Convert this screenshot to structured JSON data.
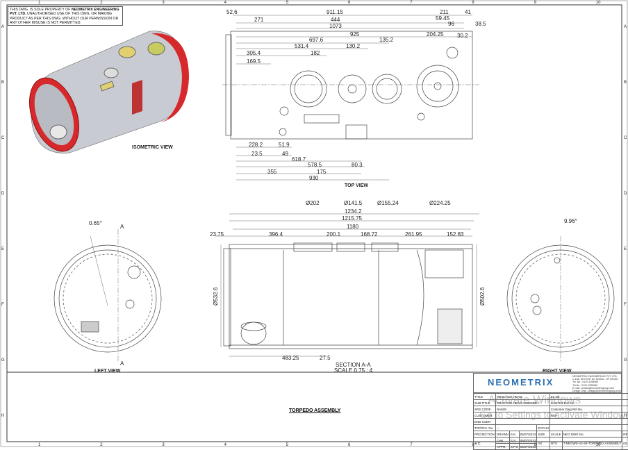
{
  "sheet": {
    "columns": [
      "1",
      "2",
      "3",
      "4",
      "5",
      "6",
      "7",
      "8",
      "9",
      "10"
    ],
    "rows": [
      "A",
      "B",
      "C",
      "D",
      "E",
      "F",
      "G",
      "H"
    ]
  },
  "note": {
    "prefix": "THIS DWG. IS SOLE PROPERTY OF ",
    "company": "NEOMETRIX ENGINEERING PVT. LTD.",
    "rest": " UNAUTHORISED USE OF THIS DWG. OR MAKING PRODUCT AS PER THIS DWG. WITHOUT OUR PERMISSION OR ANY OTHER MISUSE IS NOT PERMITTED."
  },
  "views": {
    "isometric": "ISOMETRIC VIEW",
    "top": "TOP VIEW",
    "left": "LEFT VIEW",
    "right": "RIGHT VIEW",
    "section": "SECTION A-A",
    "section_scale": "SCALE 0.75 : 4",
    "assembly": "TORPEDO ASSEMBLY",
    "section_marker": "A"
  },
  "top_dims": [
    "52.6",
    "911.15",
    "211",
    "41",
    "271",
    "444",
    "59.45",
    "96",
    "38.5",
    "1073",
    "925",
    "204.25",
    "30.2",
    "697.6",
    "135.2",
    "531.4",
    "130.2",
    "305.4",
    "182",
    "169.5",
    "228.2",
    "51.9",
    "23.5",
    "49",
    "618.7",
    "578.5",
    "80.3",
    "355",
    "175",
    "930"
  ],
  "section_dims": [
    "Ø202",
    "Ø141.5",
    "Ø155.24",
    "Ø224.25",
    "1234.2",
    "1215.75",
    "1180",
    "23.75",
    "396.4",
    "200.1",
    "168.72",
    "261.95",
    "152.83",
    "Ø532.6",
    "Ø502.6",
    "483.25",
    "27.5"
  ],
  "angles": {
    "left": "0.65°",
    "right": "9.96°"
  },
  "title_block": {
    "logo": "NEOMETRIX",
    "company_lines": [
      "NEOMETRIX ENGINEERING PVT. LTD.",
      "C-166, SECTOR 63, NOIDA - UP 201301",
      "Tel. No.: 0120 4258980",
      "Tel No.: 0120 4258986",
      "E-mail: contact@neometrixgroup.com",
      "Design Dept.: design@neometrixgroup.com"
    ],
    "title_label": "TITLE",
    "title": "PRACTISE HEAD",
    "subtitle_label": "SUB TITLE",
    "subtitle": "PRACTISE HEAD ASSEMBLY",
    "srs_label": "SRS CODE",
    "srs": "NA628",
    "customer_label": "CUSTOMER",
    "enduser_label": "END USER",
    "topfig_label": "TOP/FIG. No.",
    "topfig": "--",
    "datasi": "DATASI",
    "ep_label": "Ep No.",
    "custref_label": "Cust Ref Doc No.",
    "custdwg_label": "Customer Dwg Ref No.",
    "ref_label": "REF",
    "projection": "PROJECTION",
    "drawn": "DRAWN",
    "drawn_by": "S.K.",
    "chk": "CHK.",
    "chk_by": "S.S",
    "appr": "APPR.",
    "appr_by": "S.P.S",
    "date": "05/07/2023",
    "size_label": "SIZE",
    "size": "A3",
    "scale_label": "SCALE",
    "scale": "NTS",
    "dwg_label": "NEO DWG No.",
    "dwg": "T-NEOWS-A3-28-TORPEDO-ASSEMBLY",
    "rev_label": "REV",
    "rev": "00"
  },
  "watermark": {
    "line1": "Activate Windows",
    "line2": "Go to Settings to activate Windows."
  }
}
